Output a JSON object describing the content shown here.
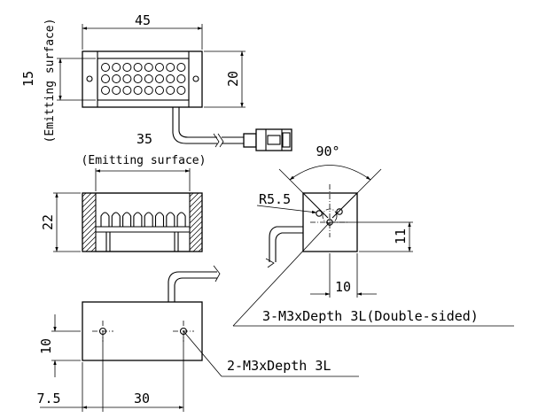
{
  "dimensions": {
    "width_top": "45",
    "height_right": "20",
    "emit_height": "15",
    "emit_height_note": "(Emitting surface)",
    "emit_width": "35",
    "emit_width_note": "(Emitting surface)",
    "side_height": "22",
    "angle": "90°",
    "radius": "R5.5",
    "side_right": "11",
    "side_bottom": "10",
    "bottom_left_height": "10",
    "bottom_offset": "7.5",
    "bottom_spacing": "30"
  },
  "callouts": {
    "holes_three": "3-M3xDepth 3L(Double-sided)",
    "holes_two": "2-M3xDepth 3L"
  }
}
